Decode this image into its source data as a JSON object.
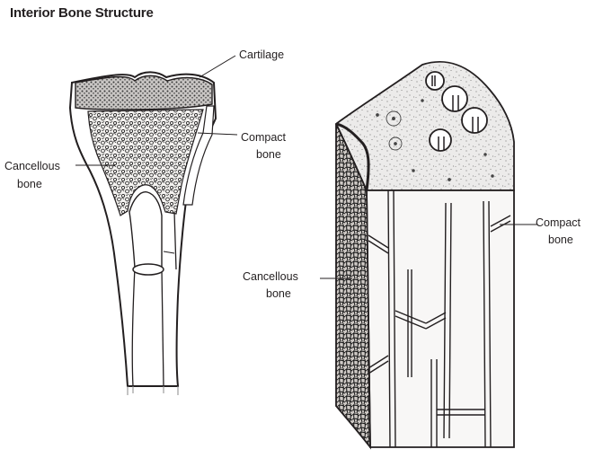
{
  "title": "Interior Bone Structure",
  "left_figure": {
    "labels": {
      "cartilage": "Cartilage",
      "compact": [
        "Compact",
        "bone"
      ],
      "cancellous": [
        "Cancellous",
        "bone"
      ]
    }
  },
  "right_figure": {
    "labels": {
      "compact": [
        "Compact",
        "bone"
      ],
      "cancellous": [
        "Cancellous",
        "bone"
      ]
    }
  }
}
